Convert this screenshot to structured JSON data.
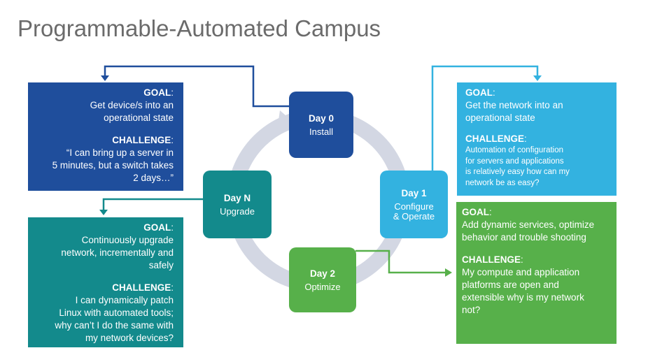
{
  "title": "Programmable-Automated Campus",
  "colors": {
    "day0": "#1f4e9c",
    "day1": "#33b2e0",
    "day2": "#57b04a",
    "dayN": "#138a8c",
    "cycle": "#d3d7e3"
  },
  "boxes": {
    "day0": {
      "goal_label": "GOAL",
      "goal_text_1": "Get device/s into an",
      "goal_text_2": "operational state",
      "challenge_label": "CHALLENGE",
      "challenge_text_1": "“I can bring up a server in",
      "challenge_text_2": "5 minutes, but a switch takes",
      "challenge_text_3": "2 days…”"
    },
    "day1": {
      "goal_label": "GOAL",
      "goal_text_1": "Get the network into an",
      "goal_text_2": "operational state",
      "challenge_label": "CHALLENGE",
      "challenge_text_1": "Automation of configuration",
      "challenge_text_2": "for servers and applications",
      "challenge_text_3": "is relatively easy how can my",
      "challenge_text_4": "network be as easy?"
    },
    "day2": {
      "goal_label": "GOAL",
      "goal_text_1": "Add dynamic services, optimize",
      "goal_text_2": "behavior and trouble shooting",
      "challenge_label": "CHALLENGE",
      "challenge_text_1": "My compute and application",
      "challenge_text_2": "platforms are open and",
      "challenge_text_3": "extensible why is my network",
      "challenge_text_4": "not?"
    },
    "dayN": {
      "goal_label": "GOAL",
      "goal_text_1": "Continuously upgrade",
      "goal_text_2": "network, incrementally and",
      "goal_text_3": "safely",
      "challenge_label": "CHALLENGE",
      "challenge_text_1": "I can dynamically patch",
      "challenge_text_2": "Linux with automated tools;",
      "challenge_text_3": "why can’t I do the same with",
      "challenge_text_4": "my network devices?"
    }
  },
  "days": {
    "day0": {
      "title": "Day 0",
      "sub": "Install"
    },
    "day1": {
      "title": "Day 1",
      "sub1": "Configure",
      "sub2": "& Operate"
    },
    "day2": {
      "title": "Day 2",
      "sub": "Optimize"
    },
    "dayN": {
      "title": "Day N",
      "sub": "Upgrade"
    }
  }
}
